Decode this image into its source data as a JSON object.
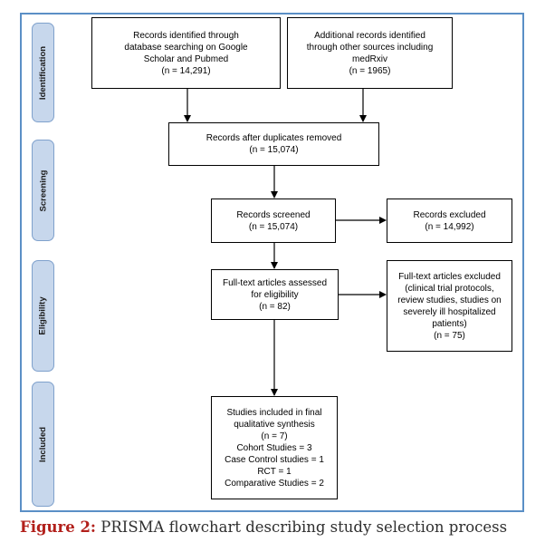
{
  "phases": [
    "Identification",
    "Screening",
    "Eligibility",
    "Included"
  ],
  "boxes": {
    "database": [
      "Records identified through",
      "database searching on Google",
      "Scholar and Pubmed",
      "(n = 14,291)"
    ],
    "other_sources": [
      "Additional records identified",
      "through other sources including",
      "medRxiv",
      "(n = 1965)"
    ],
    "duplicates_removed": [
      "Records after duplicates removed",
      "(n = 15,074)"
    ],
    "screened": [
      "Records screened",
      "(n = 15,074)"
    ],
    "excluded": [
      "Records excluded",
      "(n = 14,992)"
    ],
    "fulltext_assessed": [
      "Full-text articles assessed",
      "for eligibility",
      "(n = 82)"
    ],
    "fulltext_excluded": [
      "Full-text articles excluded",
      "(clinical trial protocols,",
      "review studies, studies on",
      "severely ill hospitalized",
      "patients)",
      "(n = 75)"
    ],
    "included": [
      "Studies included in final",
      "qualitative synthesis",
      "(n = 7)",
      "Cohort Studies = 3",
      "Case Control studies = 1",
      "RCT = 1",
      "Comparative Studies = 2"
    ]
  },
  "caption": {
    "label": "Figure 2:",
    "text": "PRISMA flowchart describing study selection process"
  }
}
